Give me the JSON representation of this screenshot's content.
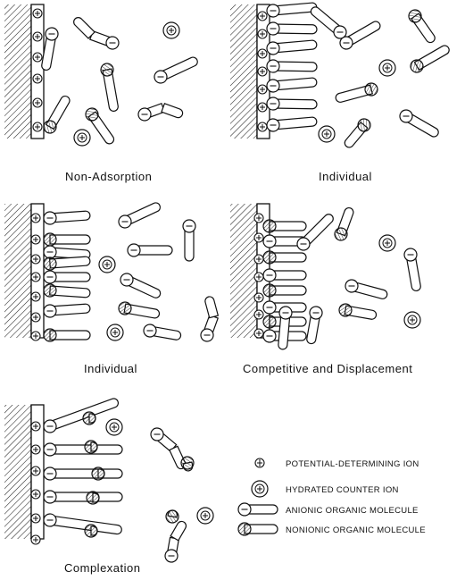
{
  "panels": [
    {
      "caption": "Non-Adsorption"
    },
    {
      "caption": "Individual"
    },
    {
      "caption": "Individual"
    },
    {
      "caption": "Competitive and Displacement"
    },
    {
      "caption": "Complexation"
    }
  ],
  "legend": [
    {
      "icon": "potential-determining-ion-icon",
      "label": "POTENTIAL-DETERMINING ION"
    },
    {
      "icon": "hydrated-counter-ion-icon",
      "label": "HYDRATED COUNTER ION"
    },
    {
      "icon": "anionic-molecule-icon",
      "label": "ANIONIC ORGANIC MOLECULE"
    },
    {
      "icon": "nonionic-molecule-icon",
      "label": "NONIONIC ORGANIC MOLECULE"
    }
  ]
}
